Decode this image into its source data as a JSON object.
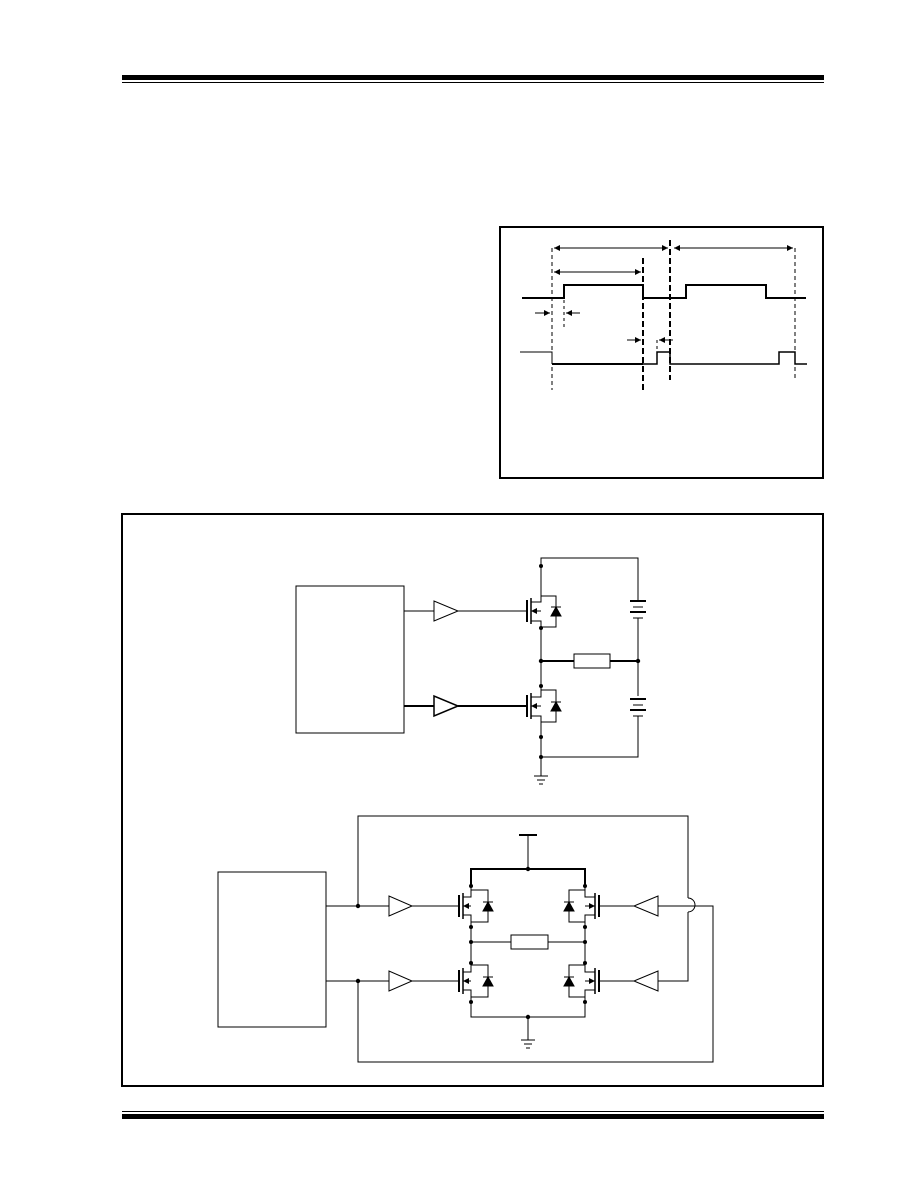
{
  "page": {
    "header_rule": "double-rule",
    "footer_rule": "double-rule"
  },
  "timing_figure": {
    "kind": "timing-diagram",
    "signals": 2
  },
  "circuit_figure": {
    "kind": "schematic",
    "sections": [
      "half-bridge",
      "full-bridge"
    ]
  },
  "colors": {
    "ink": "#000000",
    "paper": "#ffffff"
  }
}
